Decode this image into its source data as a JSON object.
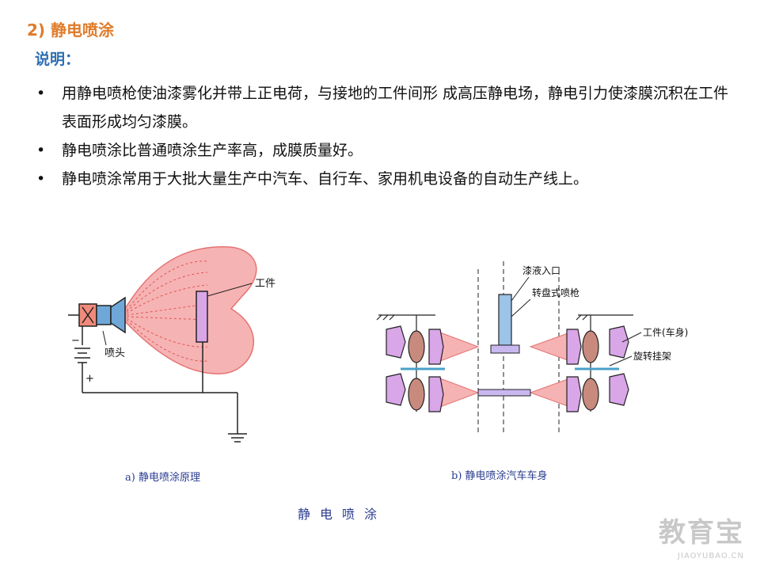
{
  "heading": "2) 静电喷涂",
  "subheading": "说明：",
  "bullets": [
    "用静电喷枪使油漆雾化并带上正电荷，与接地的工件间形 成高压静电场，静电引力使漆膜沉积在工件表面形成均匀漆膜。",
    "静电喷涂比普通喷涂生产率高，成膜质量好。",
    "静电喷涂常用于大批大量生产中汽车、自行车、家用机电设备的自动生产线上。"
  ],
  "diagram_a": {
    "caption": "a) 静电喷涂原理",
    "labels": {
      "workpiece": "工件",
      "nozzle": "喷头",
      "minus": "−",
      "plus": "+"
    }
  },
  "diagram_b": {
    "caption": "b) 静电喷涂汽车车身",
    "labels": {
      "paint_inlet": "漆液入口",
      "spray_gun": "转盘式喷枪",
      "workpiece": "工件(车身)",
      "rack": "旋转挂架"
    }
  },
  "figure_title": "静电喷涂",
  "watermark": {
    "main": "教育宝",
    "sub": "JIAOYUBAO.CN"
  },
  "colors": {
    "heading": "#e07b2a",
    "subheading": "#2f6fb3",
    "spray": "#f4a6a6",
    "workpiece": "#d9a6e8",
    "caption": "#2b3d8f"
  }
}
